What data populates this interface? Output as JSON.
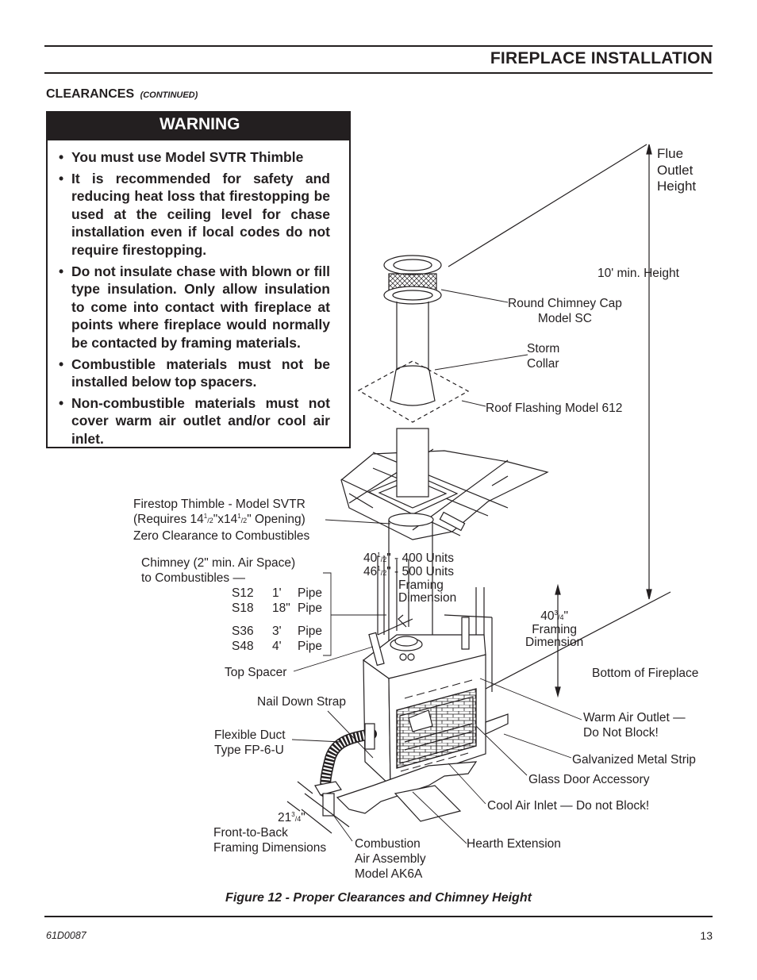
{
  "header": {
    "section_title": "FIREPLACE INSTALLATION",
    "subheading": "CLEARANCES",
    "subheading_note": "(CONTINUED)"
  },
  "warning": {
    "title": "WARNING",
    "items": [
      "You must use Model SVTR Thimble",
      "It is recommended for safety and reducing heat loss that firestopping be used at the ceiling level for chase installation even if local codes do not require firestopping.",
      "Do not insulate chase with blown or fill type insulation. Only allow insulation to come into contact with fireplace at points where fireplace would normally be contacted by framing materials.",
      "Combustible materials must not be installed below top spacers.",
      "Non-combustible materials must not cover warm air outlet and/or cool air inlet."
    ]
  },
  "figure": {
    "caption": "Figure 12 - Proper Clearances and Chimney Height",
    "labels": {
      "flue_outlet_1": "Flue",
      "flue_outlet_2": "Outlet",
      "flue_outlet_3": "Height",
      "min_height": "10' min. Height",
      "chimney_cap_1": "Round Chimney Cap",
      "chimney_cap_2": "Model SC",
      "storm_collar_1": "Storm",
      "storm_collar_2": "Collar",
      "roof_flashing": "Roof Flashing Model 612",
      "firestop_1": "Firestop Thimble - Model SVTR",
      "firestop_2a": "(Requires 14",
      "firestop_2_sup1": "1",
      "firestop_2_sub1": "/2",
      "firestop_2b": "\"x14",
      "firestop_2_sup2": "1",
      "firestop_2_sub2": "/2",
      "firestop_2c": "\" Opening)",
      "firestop_3": "Zero Clearance to Combustibles",
      "chimney_air_1": "Chimney (2\" min. Air Space)",
      "chimney_air_2": "to Combustibles —",
      "pipe_table": [
        {
          "model": "S12",
          "length": "1'",
          "unit": "Pipe"
        },
        {
          "model": "S18",
          "length": "18\"",
          "unit": "Pipe"
        },
        {
          "model": "S36",
          "length": "3'",
          "unit": "Pipe"
        },
        {
          "model": "S48",
          "length": "4'",
          "unit": "Pipe"
        }
      ],
      "frame_400_a": "40",
      "frame_400_sup": "1",
      "frame_400_sub": "/2",
      "frame_400_b": "\" - 400 Units",
      "frame_500_a": "46",
      "frame_500_sup": "1",
      "frame_500_sub": "/2",
      "frame_500_b": "\" - 500 Units",
      "framing_1": "Framing",
      "framing_2": "Dimension",
      "height_a": "40",
      "height_sup": "3",
      "height_sub": "/4",
      "height_b": "\"",
      "height_framing_1": "Framing",
      "height_framing_2": "Dimension",
      "top_spacer": "Top Spacer",
      "bottom_fireplace": "Bottom of Fireplace",
      "nail_strap": "Nail Down Strap",
      "flex_duct_1": "Flexible Duct",
      "flex_duct_2": "Type FP-6-U",
      "warm_air_1": "Warm Air Outlet —",
      "warm_air_2": "Do Not Block!",
      "metal_strip": "Galvanized Metal Strip",
      "glass_door": "Glass Door Accessory",
      "depth_a": "21",
      "depth_sup": "3",
      "depth_sub": "/4",
      "depth_b": "\"",
      "cool_air": "Cool Air Inlet — Do not Block!",
      "front_back_1": "Front-to-Back",
      "front_back_2": "Framing Dimensions",
      "combustion_1": "Combustion",
      "combustion_2": "Air Assembly",
      "combustion_3": "Model AK6A",
      "hearth": "Hearth Extension"
    }
  },
  "footer": {
    "doc_number": "61D0087",
    "page_number": "13"
  }
}
